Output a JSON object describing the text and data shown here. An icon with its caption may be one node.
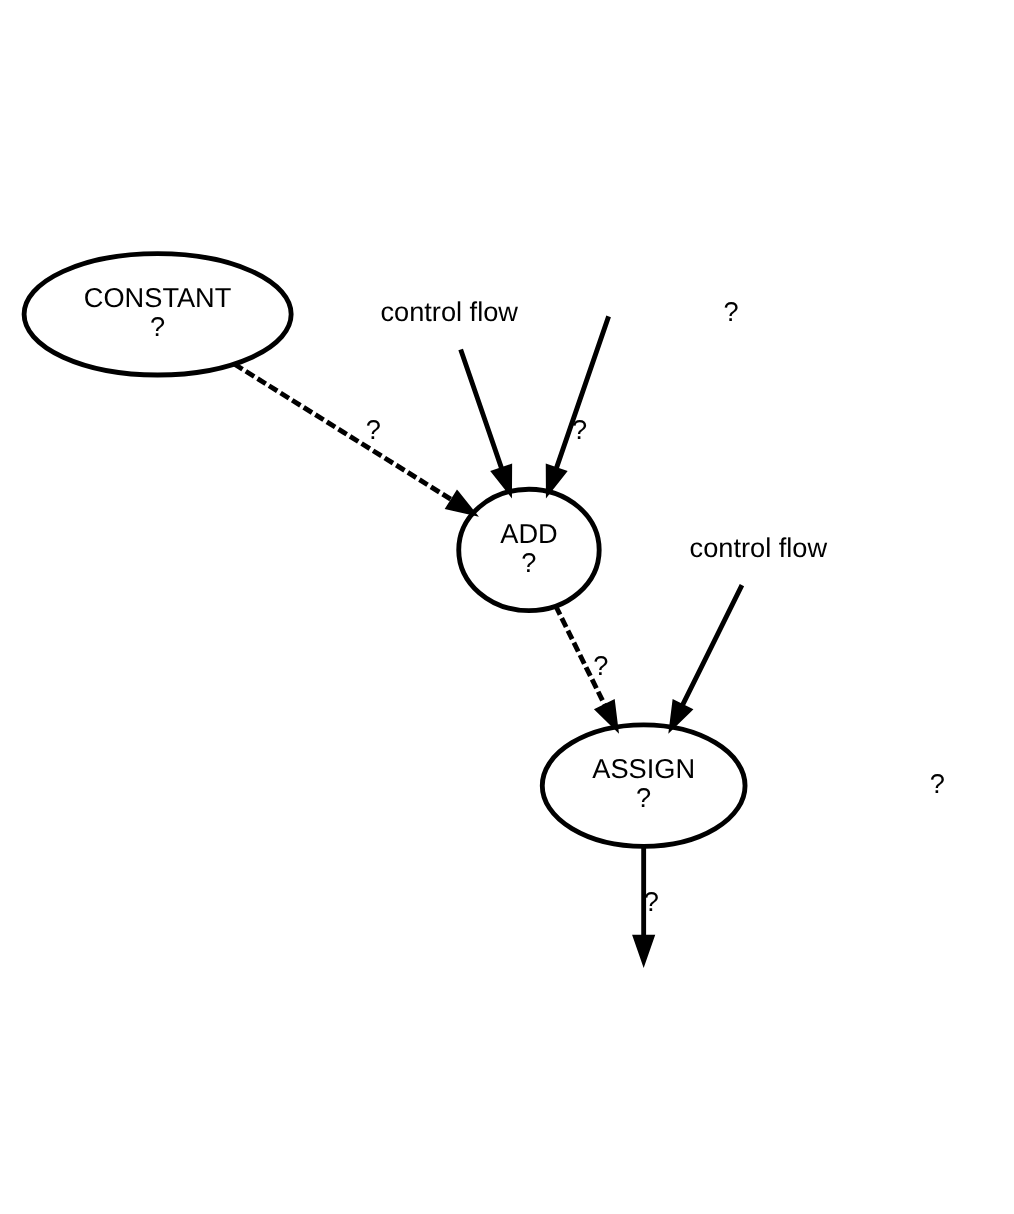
{
  "diagram": {
    "nodes": [
      {
        "text": [
          "CONSTANT",
          "?"
        ]
      },
      {
        "text": [
          "control flow"
        ]
      },
      {
        "text": [
          "ADD",
          "?"
        ]
      },
      {
        "text": [
          "control flow"
        ]
      },
      {
        "text": [
          "ASSIGN",
          "?"
        ]
      }
    ],
    "edges": [
      {
        "from": null,
        "to": 2,
        "arrow": "to",
        "label": "?"
      },
      {
        "from": 1,
        "to": 2,
        "arrow": "to"
      },
      {
        "from": 0,
        "to": 2,
        "arrow": "to",
        "label": "?",
        "style": "dashed"
      },
      {
        "from": 2,
        "to": 4,
        "arrow": "to",
        "label": "?",
        "style": "dashed"
      },
      {
        "from": 3,
        "to": 4,
        "arrow": "to"
      },
      {
        "from": 4,
        "to": null,
        "arrow": "to",
        "label": "?"
      }
    ],
    "labels": [
      "?",
      "?"
    ]
  }
}
